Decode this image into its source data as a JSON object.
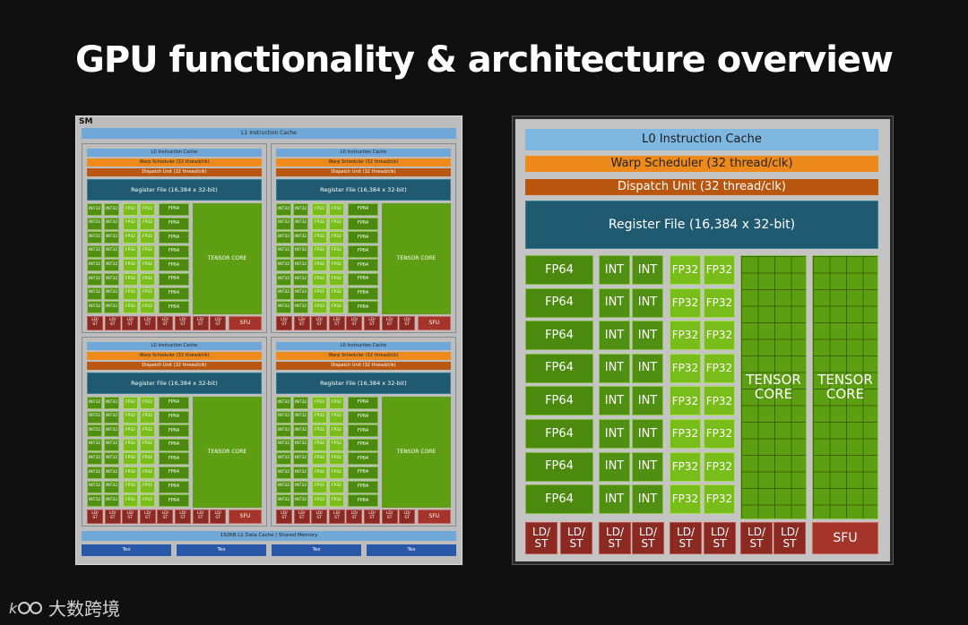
{
  "title": "GPU functionality & architecture overview",
  "sm": {
    "label": "SM",
    "l1_instruction_cache": "L1 Instruction Cache",
    "quadrant": {
      "l0_instruction_cache": "L0 Instruction Cache",
      "warp_scheduler": "Warp Scheduler (32 thread/clk)",
      "dispatch_unit": "Dispatch Unit (32 thread/clk)",
      "register_file": "Register File (16,384 x 32-bit)",
      "int32": "INT32",
      "fp32": "FP32",
      "fp64": "FP64",
      "tensor_core": "TENSOR CORE",
      "ldst_line1": "LD/",
      "ldst_line2": "ST",
      "sfu": "SFU"
    },
    "l1_data_cache": "192KB L1 Data Cache / Shared Memory",
    "tex": [
      "Tex",
      "Tex",
      "Tex",
      "Tex"
    ]
  },
  "detail": {
    "l0_instruction_cache": "L0 Instruction Cache",
    "warp_scheduler": "Warp Scheduler (32 thread/clk)",
    "dispatch_unit": "Dispatch Unit (32 thread/clk)",
    "register_file": "Register File (16,384 x 32-bit)",
    "fp64": "FP64",
    "int": "INT",
    "fp32": "FP32",
    "tensor_core_line1": "TENSOR",
    "tensor_core_line2": "CORE",
    "ldst_line1": "LD/",
    "ldst_line2": "ST",
    "sfu": "SFU"
  },
  "watermark": "大数跨境",
  "colors": {
    "cache": "#6fa8d8",
    "warp_scheduler": "#ee8a1c",
    "dispatch_unit": "#b9560f",
    "register_file": "#205a70",
    "fp64": "#4c8a0f",
    "int": "#4f8f12",
    "fp32": "#79bd1a",
    "ldst": "#8a2a22",
    "sfu": "#a5342b",
    "tex": "#2a58a8"
  }
}
